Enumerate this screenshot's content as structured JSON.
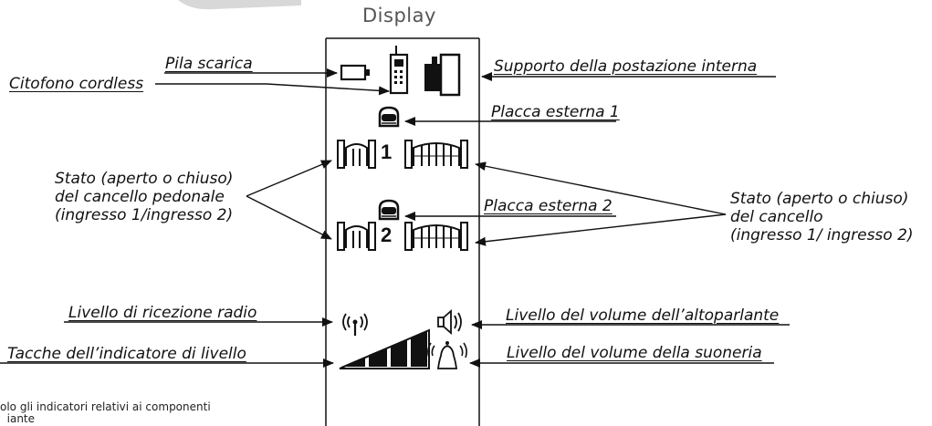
{
  "title": "Display",
  "labels": {
    "pila_scarica": "Pila scarica",
    "citofono_cordless": "Citofono cordless",
    "supporto": "Supporto della postazione interna",
    "placca_1": "Placca esterna 1",
    "placca_2": "Placca esterna 2",
    "stato_pedonale": "Stato (aperto o chiuso)\ndel cancello pedonale\n(ingresso 1/ingresso 2)",
    "stato_cancello": "Stato (aperto o chiuso)\ndel cancello\n(ingresso 1/ ingresso 2)",
    "livello_radio": "Livello di ricezione radio",
    "tacche": "Tacche dell’indicatore di livello",
    "volume_altoparlante": "Livello del volume dell’altoparlante",
    "volume_suoneria": "Livello del volume della suoneria"
  },
  "gate_numbers": [
    "1",
    "2"
  ],
  "footnote": "olo gli indicatori relativi ai componenti\n  iante",
  "icons": [
    "battery-icon",
    "cordless-phone-icon",
    "base-station-icon",
    "outdoor-panel-icon",
    "pedestrian-gate-icon",
    "double-gate-icon",
    "radio-antenna-icon",
    "speaker-icon",
    "bell-icon",
    "level-bars-icon"
  ]
}
